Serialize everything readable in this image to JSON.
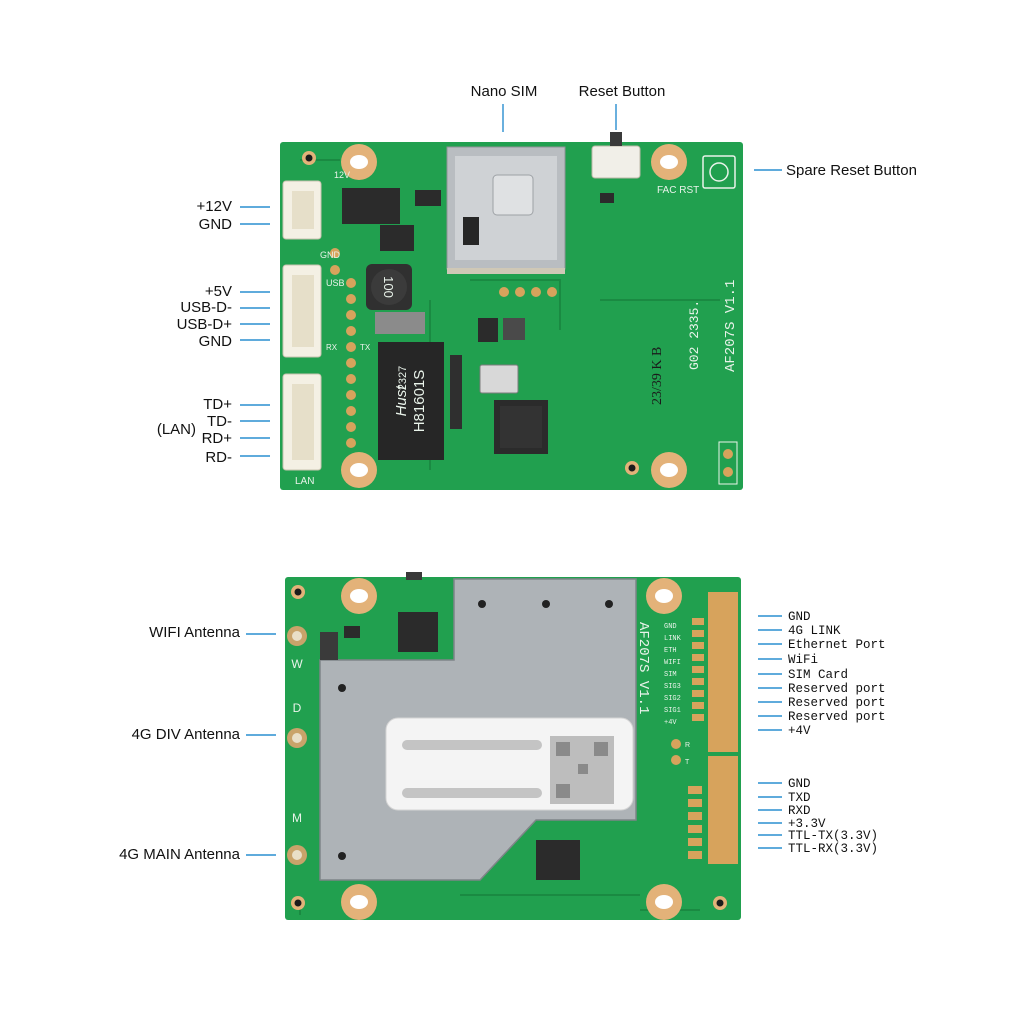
{
  "top_board": {
    "callouts_top": {
      "nano_sim": "Nano SIM",
      "reset_button": "Reset Button",
      "spare_reset_button": "Spare Reset Button"
    },
    "left_pins_power": [
      "+12V",
      "GND"
    ],
    "left_pins_usb": [
      "+5V",
      "USB-D-",
      "USB-D+",
      "GND"
    ],
    "left_pins_lan": [
      "TD+",
      "TD-",
      "RD+",
      "RD-"
    ],
    "lan_group_label": "(LAN)",
    "silkscreen": {
      "model": "AF207S V1.1",
      "lot": "G02 2335.",
      "date": "23/39 K B",
      "fac_rst": "FAC RST",
      "v12": "12V",
      "gnd": "GND",
      "usb": "USB",
      "rx": "RX",
      "tx": "TX",
      "lan": "LAN",
      "inductor": "100",
      "transformer_brand": "Hust",
      "transformer_code": "2327",
      "transformer_part": "H81601S"
    }
  },
  "bottom_board": {
    "antennas": [
      "WIFI Antenna",
      "4G DIV Antenna",
      "4G MAIN Antenna"
    ],
    "antenna_letters": [
      "W",
      "D",
      "M"
    ],
    "right_pins_upper": [
      "GND",
      "4G LINK",
      "Ethernet Port",
      "WiFi",
      "SIM Card",
      "Reserved port",
      "Reserved port",
      "Reserved port",
      "+4V"
    ],
    "right_pins_lower": [
      "GND",
      "TXD",
      "RXD",
      "+3.3V",
      "TTL-TX(3.3V)",
      "TTL-RX(3.3V)"
    ],
    "silkscreen": {
      "model": "AF207S V1.1",
      "pin_codes": [
        "GND",
        "LINK",
        "ETH",
        "WIFI",
        "SIM",
        "SIG3",
        "SIG2",
        "SIG1",
        "+4V"
      ],
      "r": "R",
      "t": "T"
    }
  }
}
